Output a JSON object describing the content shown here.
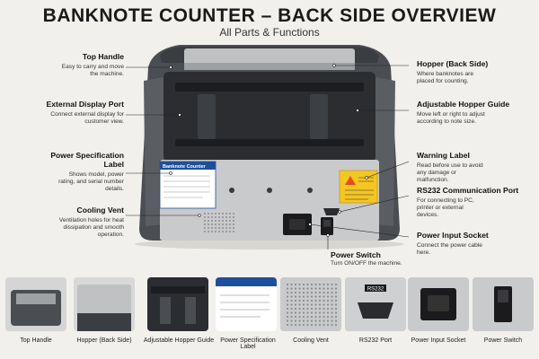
{
  "header": {
    "title": "BANKNOTE COUNTER – BACK SIDE OVERVIEW",
    "subtitle": "All Parts & Functions"
  },
  "callouts": {
    "top_handle": {
      "title": "Top Handle",
      "desc": "Easy to carry and move the machine."
    },
    "display_port": {
      "title": "External Display Port",
      "desc": "Connect external display for customer view."
    },
    "spec_label": {
      "title": "Power Specification Label",
      "desc": "Shows model, power rating, and serial number details."
    },
    "cooling_vent": {
      "title": "Cooling Vent",
      "desc": "Ventilation holes for heat dissipation and smooth operation."
    },
    "hopper": {
      "title": "Hopper (Back Side)",
      "desc": "Where banknotes are placed for counting."
    },
    "hopper_guide": {
      "title": "Adjustable Hopper Guide",
      "desc": "Move left or right to adjust according to note size."
    },
    "warning_label": {
      "title": "Warning Label",
      "desc": "Read before use to avoid any damage or malfunction."
    },
    "rs232": {
      "title": "RS232 Communication Port",
      "desc": "For connecting to PC, printer or external devices."
    },
    "power_socket": {
      "title": "Power Input Socket",
      "desc": "Connect the power cable here."
    },
    "power_switch": {
      "title": "Power Switch",
      "desc": "Turn ON/OFF the machine."
    }
  },
  "device_labels": {
    "spec_title": "Banknote Counter",
    "rs232_tag": "RS232"
  },
  "thumbnails": [
    {
      "caption": "Top Handle"
    },
    {
      "caption": "Hopper (Back Side)"
    },
    {
      "caption": "Adjustable Hopper Guide"
    },
    {
      "caption": "Power Specification Label"
    },
    {
      "caption": "Cooling Vent"
    },
    {
      "caption": "RS232 Port"
    },
    {
      "caption": "Power Input Socket"
    },
    {
      "caption": "Power Switch"
    }
  ],
  "colors": {
    "background": "#f1f0ec",
    "body_dark": "#4a4d52",
    "panel_light": "#c9cacb",
    "warning_yellow": "#f3c623",
    "spec_blue": "#1f4f9a"
  }
}
